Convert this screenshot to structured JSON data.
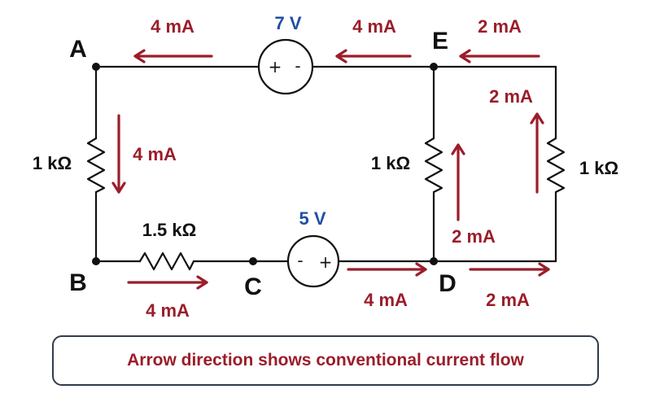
{
  "nodes": {
    "a": "A",
    "b": "B",
    "c": "C",
    "d": "D",
    "e": "E"
  },
  "resistors": {
    "ab": "1 kΩ",
    "bc": "1.5 kΩ",
    "ed_left": "1 kΩ",
    "ed_right": "1 kΩ"
  },
  "sources": {
    "top": {
      "label": "7 V",
      "plus": "+",
      "minus": "-"
    },
    "bottom": {
      "label": "5 V",
      "plus": "+",
      "minus": "-"
    }
  },
  "currents": {
    "top_left": "4 mA",
    "top_middle": "4 mA",
    "top_right": "2 mA",
    "ab": "4 mA",
    "ed_left": "2 mA",
    "ed_right": "2 mA",
    "bc": "4 mA",
    "cd": "4 mA",
    "d_right": "2 mA"
  },
  "note": "Arrow direction shows conventional current flow",
  "colors": {
    "current": "#9b1d2a",
    "voltage": "#1f4fa3",
    "wire": "#111111"
  }
}
